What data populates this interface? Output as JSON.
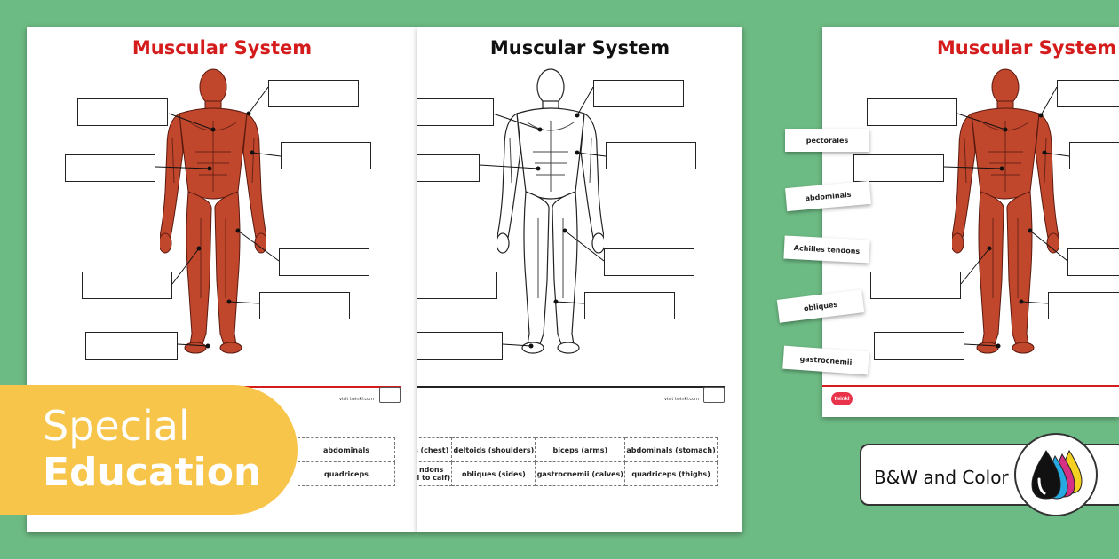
{
  "sheets": {
    "color": {
      "title": "Muscular System",
      "url": "visit twinkl.com"
    },
    "bw": {
      "title": "Muscular System",
      "url": "visit twinkl.com"
    },
    "right": {
      "title": "Muscular System"
    }
  },
  "cut_table": {
    "left_sheet": [
      [
        "abdominals"
      ],
      [
        "quadriceps"
      ]
    ],
    "middle_sheet": [
      [
        "s (chest)",
        "deltoids (shoulders)",
        "biceps (arms)",
        "abdominals (stomach)"
      ],
      [
        "ndons\nal to calf)",
        "obliques (sides)",
        "gastrocnemii (calves)",
        "quadriceps (thighs)"
      ]
    ]
  },
  "cards": [
    "pectorales",
    "abdominals",
    "Achilles tendons",
    "obliques",
    "gastrocnemii"
  ],
  "badge": {
    "line1": "Special",
    "line2": "Education"
  },
  "format_label": "B&W and Color",
  "logo_text": "twinkl",
  "colors": {
    "background": "#6dbb84",
    "title_red": "#d41c1c",
    "badge_yellow": "#f6c54a",
    "muscle": "#c0462c"
  }
}
